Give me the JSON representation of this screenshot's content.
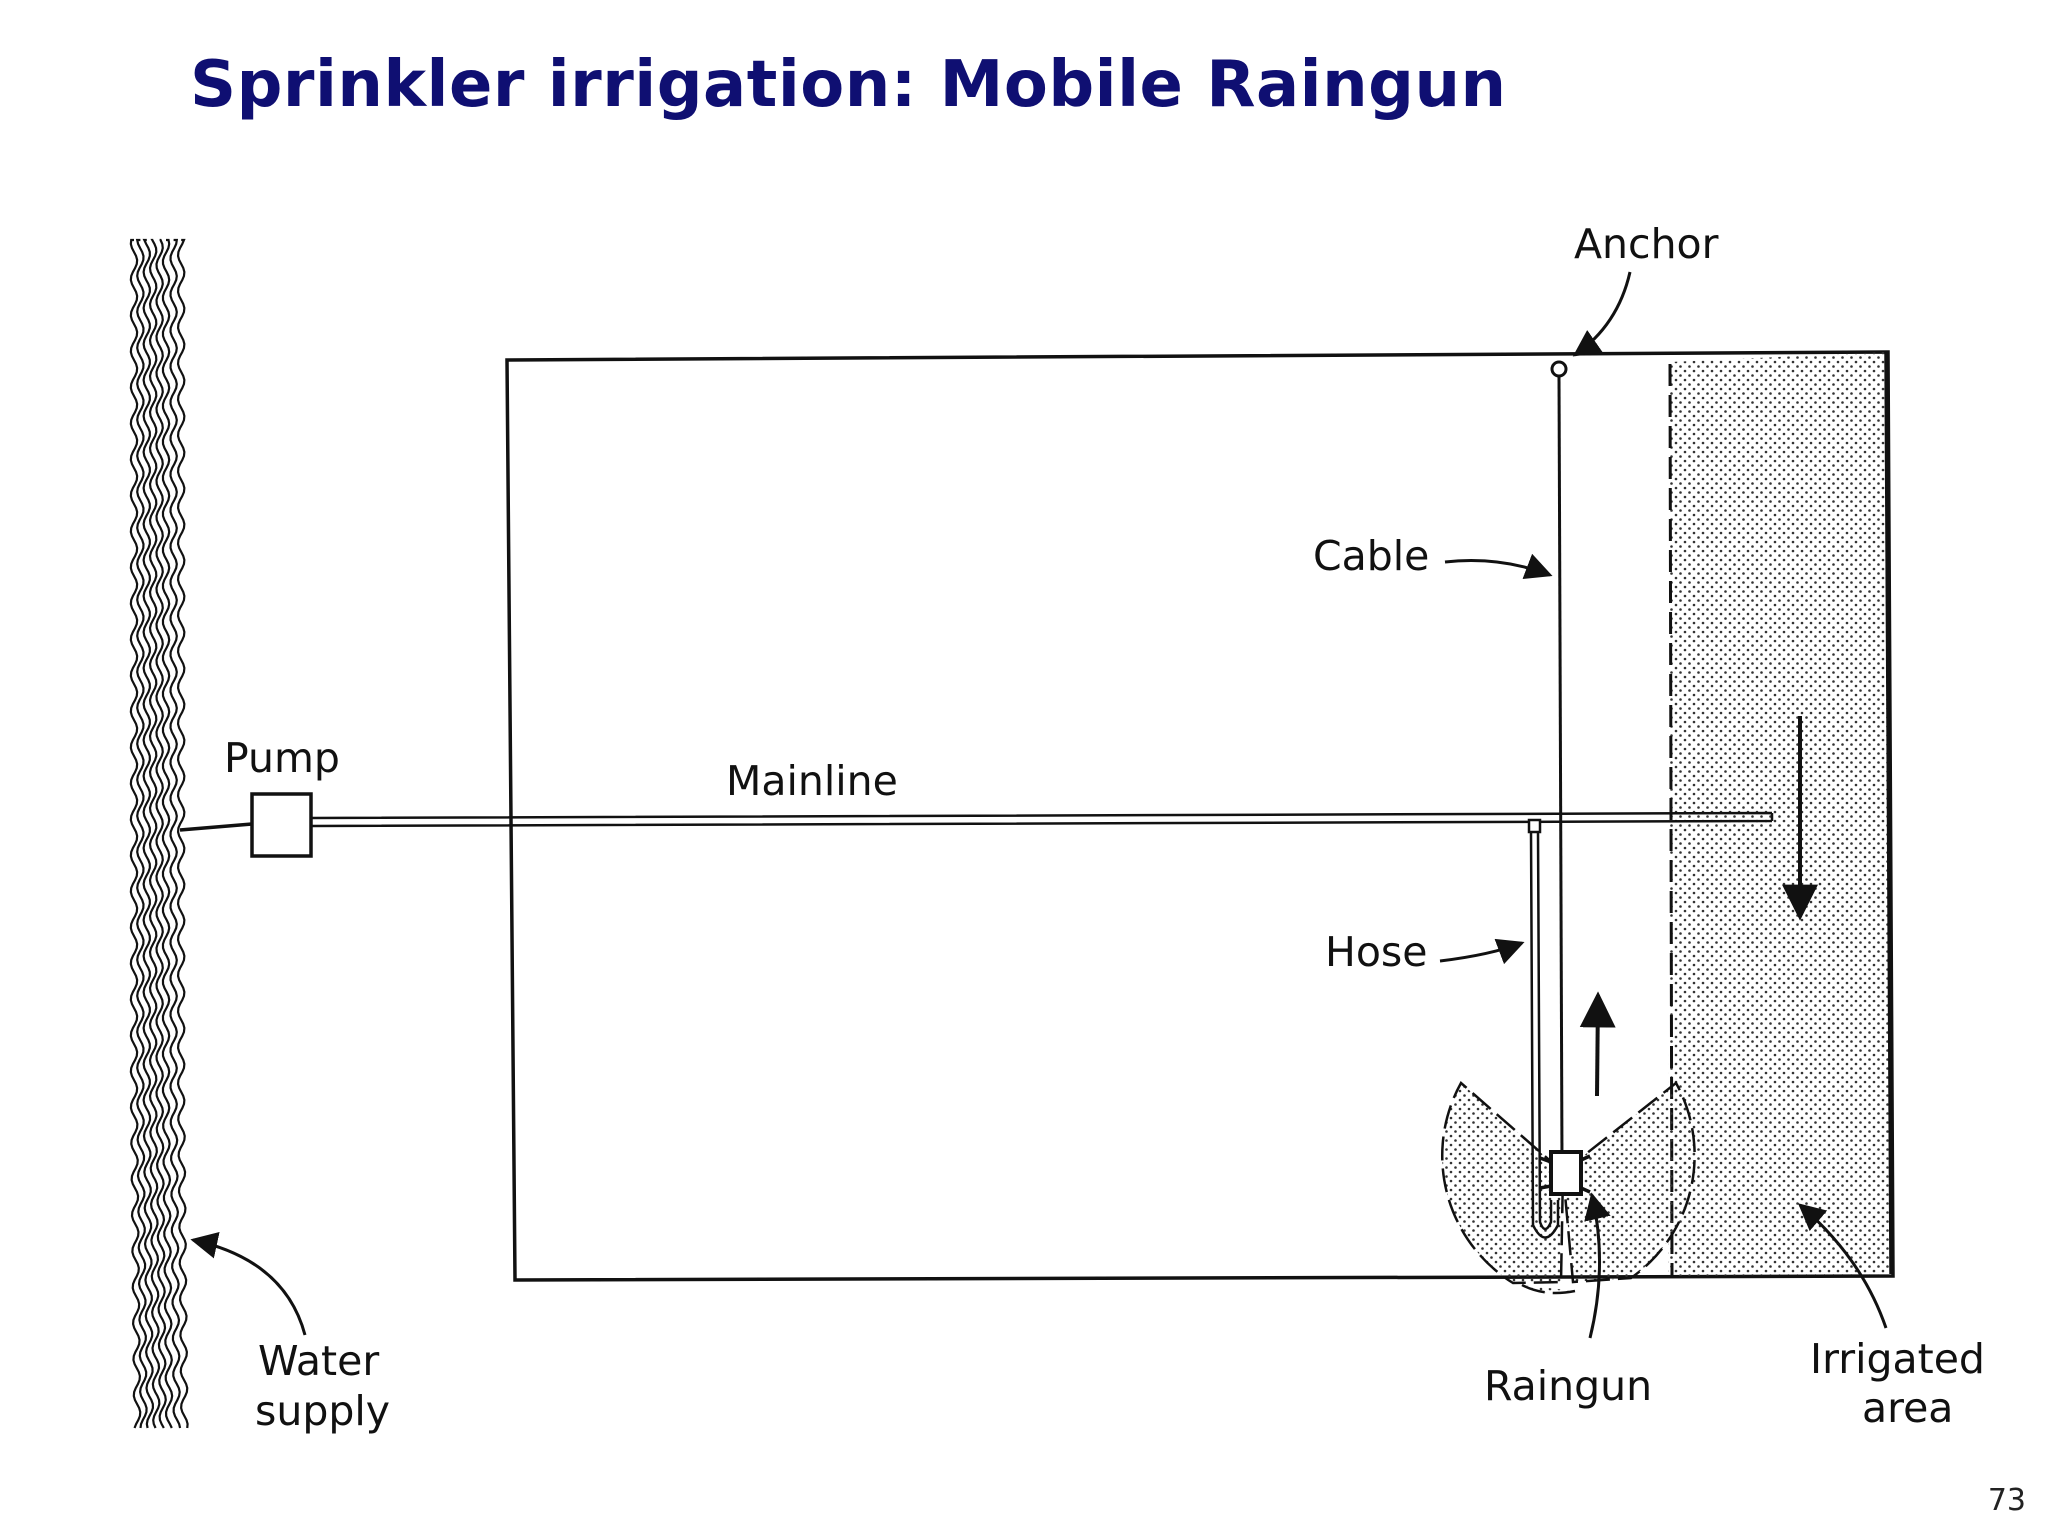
{
  "slide": {
    "title": "Sprinkler irrigation: Mobile Raingun",
    "page_number": "73"
  },
  "diagram": {
    "labels": {
      "anchor": "Anchor",
      "cable": "Cable",
      "pump": "Pump",
      "mainline": "Mainline",
      "hose": "Hose",
      "water_supply_line1": "Water",
      "water_supply_line2": "supply",
      "raingun": "Raingun",
      "irrigated_area_line1": "Irrigated",
      "irrigated_area_line2": "area"
    },
    "colors": {
      "ink": "#111111",
      "title": "#0f0f72",
      "stipple": "#333333"
    }
  }
}
